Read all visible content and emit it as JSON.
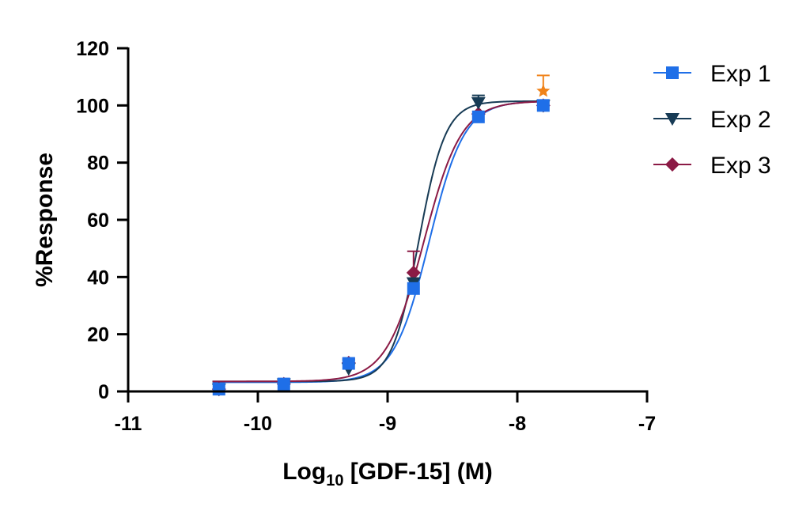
{
  "chart_data": {
    "type": "line",
    "xlabel": {
      "main": "Log",
      "sub": "10",
      "rest": " [GDF-15] (M)"
    },
    "ylabel": "%Response",
    "xlim": [
      -11,
      -7
    ],
    "ylim": [
      0,
      120
    ],
    "x_ticks": [
      -11,
      -10,
      -9,
      -8,
      -7
    ],
    "x_tick_labels": [
      "-11",
      "-10",
      "-9",
      "-8",
      "-7"
    ],
    "y_ticks": [
      0,
      20,
      40,
      60,
      80,
      100,
      120
    ],
    "y_tick_labels": [
      "0",
      "20",
      "40",
      "60",
      "80",
      "100",
      "120"
    ],
    "legend_position": "top-right",
    "series": [
      {
        "name": "Exp 1",
        "color": "#1f6fe8",
        "marker": "square",
        "points": [
          {
            "x": -10.3,
            "y": 0.8
          },
          {
            "x": -9.8,
            "y": 2.6
          },
          {
            "x": -9.3,
            "y": 9.8
          },
          {
            "x": -8.8,
            "y": 36
          },
          {
            "x": -8.3,
            "y": 96
          },
          {
            "x": -7.8,
            "y": 100
          }
        ],
        "fit": {
          "bottom": 3.2,
          "top": 101.5,
          "logEC50": -8.68,
          "hill": 3.2
        }
      },
      {
        "name": "Exp 2",
        "color": "#173b55",
        "marker": "triangle-down",
        "points": [
          {
            "x": -10.3,
            "y": 0.8
          },
          {
            "x": -9.8,
            "y": 2.6
          },
          {
            "x": -9.3,
            "y": 8,
            "err": 3
          },
          {
            "x": -8.8,
            "y": 38
          },
          {
            "x": -8.3,
            "y": 101,
            "err": 2.5
          },
          {
            "x": -7.8,
            "y": 100
          }
        ],
        "fit": {
          "bottom": 3.5,
          "top": 101.5,
          "logEC50": -8.76,
          "hill": 4.2
        }
      },
      {
        "name": "Exp 3",
        "color": "#8b1a45",
        "marker": "diamond",
        "points": [
          {
            "x": -10.3,
            "y": 0.8
          },
          {
            "x": -9.8,
            "y": 2.6
          },
          {
            "x": -9.3,
            "y": 10,
            "err": 1.5
          },
          {
            "x": -8.8,
            "y": 41.5,
            "err": 7.5
          },
          {
            "x": -8.3,
            "y": 97
          },
          {
            "x": -7.8,
            "y": 100
          }
        ],
        "fit": {
          "bottom": 3.5,
          "top": 101.5,
          "logEC50": -8.72,
          "hill": 3.0
        }
      },
      {
        "color": "#f0831a",
        "marker": "star",
        "points": [
          {
            "x": -7.8,
            "y": 105,
            "err": 5.5
          }
        ]
      }
    ]
  }
}
